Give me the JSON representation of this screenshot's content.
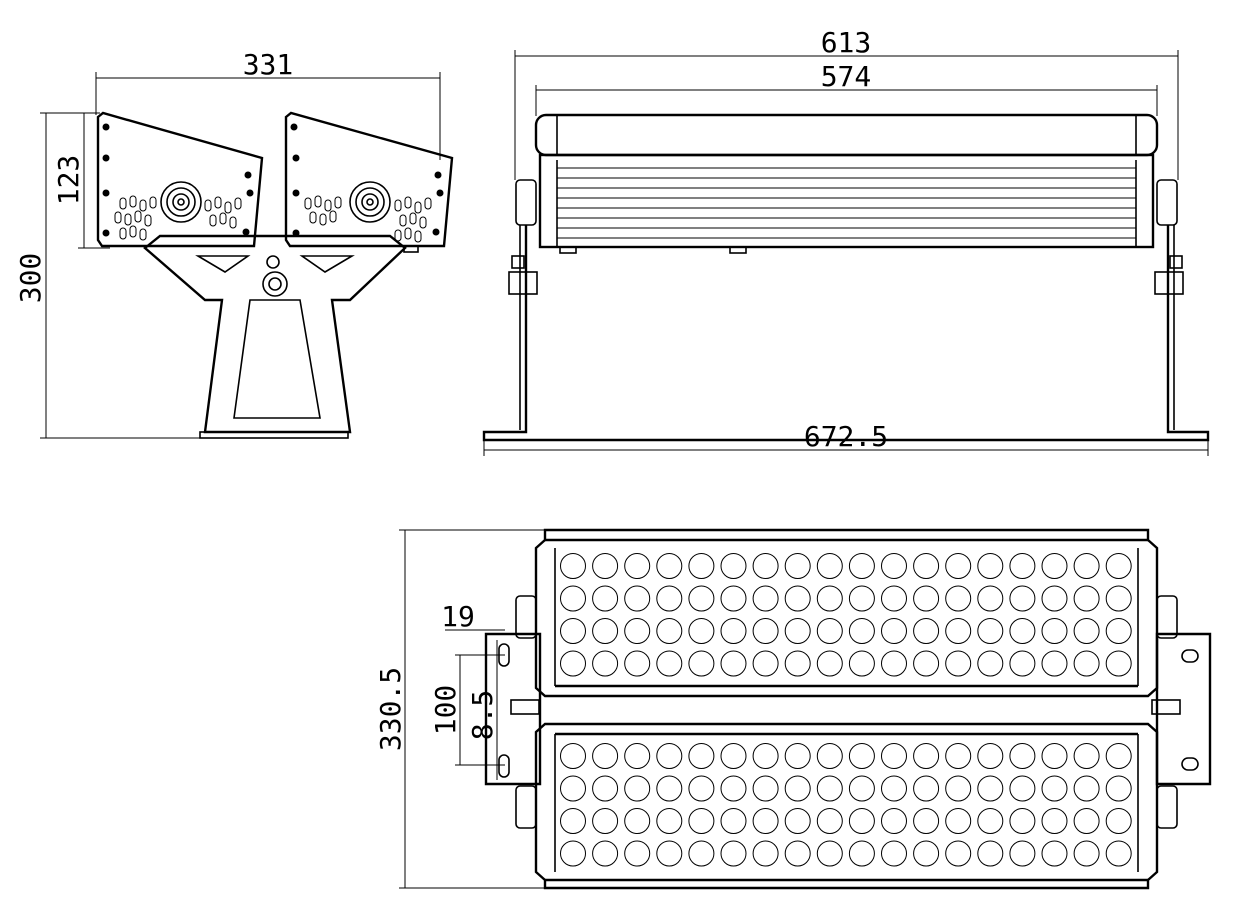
{
  "dimensions": {
    "side_width": "331",
    "side_head_height": "123",
    "side_total_height": "300",
    "front_overall": "613",
    "front_body": "574",
    "front_base": "672.5",
    "top_depth": "330.5",
    "mount_edge": "19",
    "mount_spacing": "100",
    "slot_size": "8.5"
  },
  "led_grid": {
    "rows_per_panel": 4,
    "cols": 18,
    "panels": 2
  },
  "colors": {
    "line": "#000000",
    "background": "#ffffff"
  }
}
